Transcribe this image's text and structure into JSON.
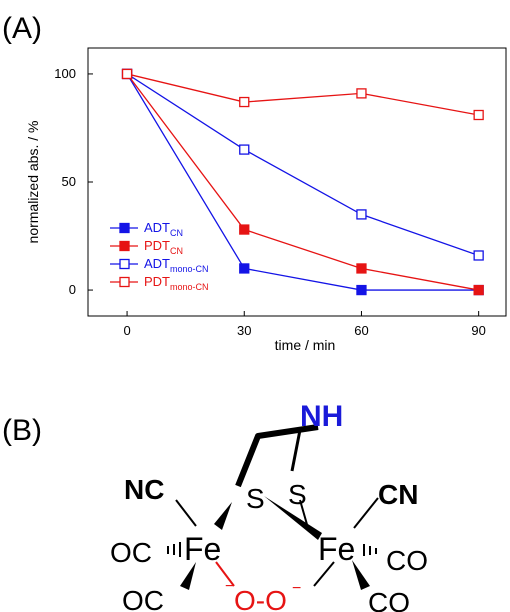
{
  "panels": {
    "a": "(A)",
    "b": "(B)"
  },
  "chart_data": {
    "type": "line",
    "xlabel": "time / min",
    "ylabel": "normalized abs. / %",
    "x": [
      0,
      30,
      60,
      90
    ],
    "xlim": [
      -10,
      97
    ],
    "ylim": [
      -12,
      112
    ],
    "xticks": [
      0,
      30,
      60,
      90
    ],
    "yticks": [
      0,
      50,
      100
    ],
    "legend_position": "lower-left",
    "series": [
      {
        "name": "ADT",
        "sub": "CN",
        "color": "#1414e6",
        "filled": true,
        "values": [
          100,
          10,
          0,
          0
        ]
      },
      {
        "name": "PDT",
        "sub": "CN",
        "color": "#e61414",
        "filled": true,
        "values": [
          100,
          28,
          10,
          0
        ]
      },
      {
        "name": "ADT",
        "sub": "mono-CN",
        "color": "#1414e6",
        "filled": false,
        "values": [
          100,
          65,
          35,
          16
        ]
      },
      {
        "name": "PDT",
        "sub": "mono-CN",
        "color": "#e61414",
        "filled": false,
        "values": [
          100,
          87,
          91,
          81
        ]
      }
    ]
  },
  "structure": {
    "nh": "NH",
    "s_left": "S",
    "s_right": "S",
    "nc": "NC",
    "cn": "CN",
    "fe_left": "Fe",
    "fe_right": "Fe",
    "oc_left_top": "OC",
    "oc_left_bottom": "OC",
    "co_right_top": "CO",
    "co_right_bottom": "CO",
    "peroxo_minus_left": "−",
    "peroxo_text": "O-O",
    "peroxo_minus_right": "−",
    "colors": {
      "nh": "#1a1ad9",
      "peroxo": "#e61414",
      "black": "#000000"
    }
  }
}
